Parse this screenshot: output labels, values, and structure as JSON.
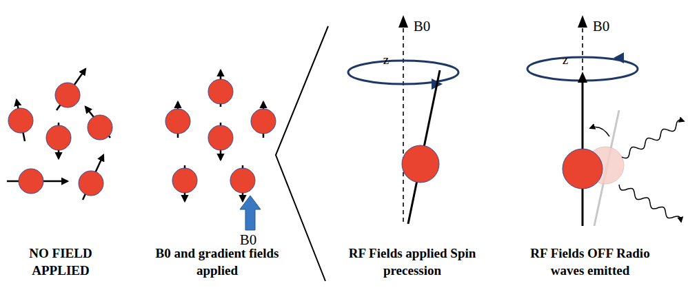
{
  "diagram": {
    "labels": [
      "NO FIELD APPLIED",
      "B0 and gradient fields applied",
      "B0",
      "RF Fields applied Spin precession",
      "B0",
      "z",
      "RF Fields OFF Radio waves emitted",
      "B0",
      "z"
    ]
  }
}
